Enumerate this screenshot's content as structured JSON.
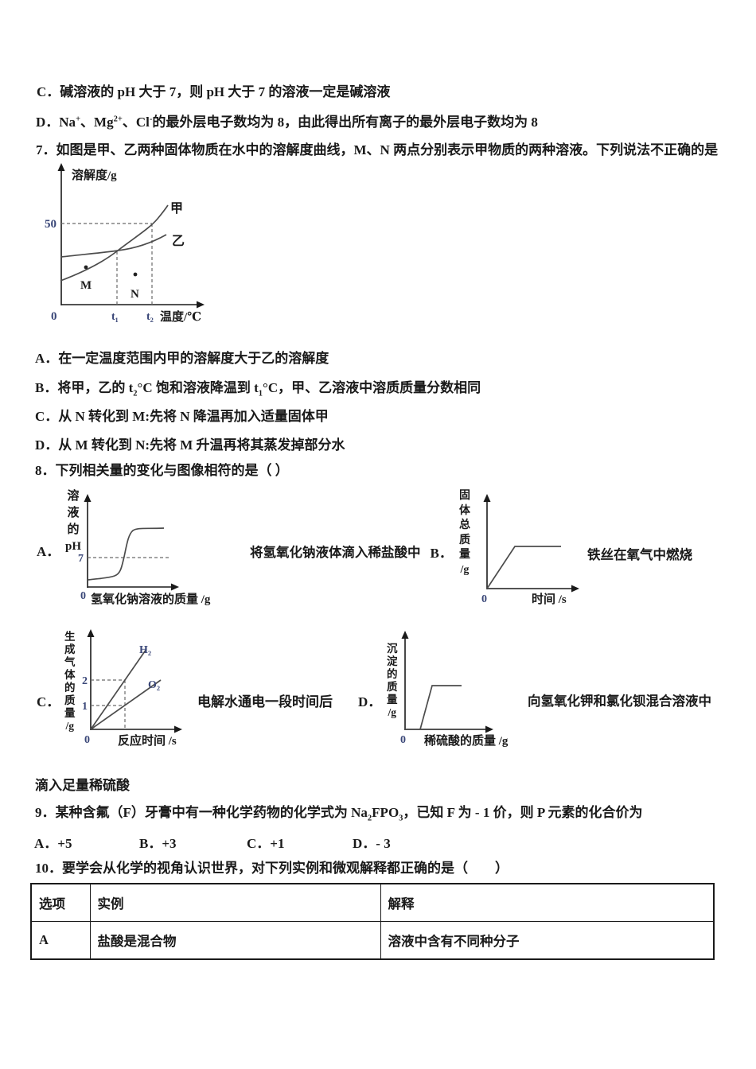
{
  "colors": {
    "text": "#1a1a1a",
    "chart_digit_blue": "#3a4778",
    "curve_gray": "#4c4c4c",
    "dash_gray": "#6b6b6b",
    "table_border": "#1a1a1a",
    "background": "#ffffff"
  },
  "intro_options": {
    "c_label": "C．",
    "c_text": "碱溶液的 pH 大于 7，则 pH 大于 7 的溶液一定是碱溶液",
    "d_label": "D．",
    "d_seg1": "Na",
    "d_sup1": "+",
    "d_seg2": "、Mg",
    "d_sup2": "2+",
    "d_seg3": "、Cl",
    "d_sup3": "-",
    "d_seg4": "的最外层电子数均为 8，由此得出所有离子的最外层电子数均为 8"
  },
  "q7": {
    "stem": "7．如图是甲、乙两种固体物质在水中的溶解度曲线，M、N 两点分别表示甲物质的两种溶液。下列说法不正确的是",
    "opt_a_label": "A．",
    "opt_a": "在一定温度范围内甲的溶解度大于乙的溶解度",
    "opt_b_label": "B．",
    "opt_b1": "将甲，乙的 t",
    "opt_b_sub1": "2",
    "opt_b2": "°C 饱和溶液降温到 t",
    "opt_b_sub2": "1",
    "opt_b3": "°C，甲、乙溶液中溶质质量分数相同",
    "opt_c_label": "C．",
    "opt_c": "从 N 转化到 M:先将 N 降温再加入适量固体甲",
    "opt_d_label": "D．",
    "opt_d": "从 M 转化到 N:先将 M 升温再将其蒸发掉部分水"
  },
  "q8": {
    "stem": "8．下列相关量的变化与图像相符的是（  ）",
    "a_label": "A．",
    "b_label": "B．",
    "c_label": "C．",
    "d_label": "D．"
  },
  "q9": {
    "stem1": "9．某种含氟（F）牙膏中有一种化学药物的化学式为 Na",
    "sub1": "2",
    "stem2": "FPO",
    "sub2": "3",
    "stem3": "，已知 F 为 - 1 价，则 P 元素的化合价为",
    "options": [
      {
        "label": "A．",
        "text": "+5"
      },
      {
        "label": "B．",
        "text": "+3"
      },
      {
        "label": "C．",
        "text": "+1"
      },
      {
        "label": "D．",
        "text": "- 3"
      }
    ]
  },
  "q10": {
    "stem": "10．要学会从化学的视角认识世界，对下列实例和微观解释都正确的是（　　）",
    "table": {
      "headers": [
        "选项",
        "实例",
        "解释"
      ],
      "rows": [
        [
          "A",
          "盐酸是混合物",
          "溶液中含有不同种分子"
        ]
      ]
    }
  },
  "chart_data": [
    {
      "id": "q7-solubility-curves",
      "type": "line",
      "ylabel": "溶解度/g",
      "xlabel": "温度/℃",
      "x_ticks": [
        "0",
        "t₁",
        "t₂"
      ],
      "y_ticks": [
        "50"
      ],
      "series": [
        {
          "name": "甲",
          "description": "solubility rises steeply with temperature; equals 50 g at t₂"
        },
        {
          "name": "乙",
          "description": "solubility rises gently; crosses curve 甲 at t₁"
        }
      ],
      "markers": [
        {
          "name": "M",
          "position": "below both curves at temperature below t₁"
        },
        {
          "name": "N",
          "position": "between t₁ and t₂, below both curves"
        }
      ],
      "grid": false,
      "dashed_guides": [
        "y=50 out to curve 甲 at t₂",
        "vertical at t₁ up to curve crossing",
        "vertical at t₂ up to y=50"
      ]
    },
    {
      "id": "q8-option-a",
      "type": "line",
      "caption": "将氢氧化钠液体滴入稀盐酸中",
      "ylabel": "溶液的pH",
      "ylabel_lines": "溶\n液\n的\npH",
      "xlabel": "氢氧化钠溶液的质量 /g",
      "y_ref": "7",
      "origin": "0",
      "shape": "pH starts below 7, rises steeply through 7, plateaus above 7"
    },
    {
      "id": "q8-option-b",
      "type": "line",
      "caption": "铁丝在氧气中燃烧",
      "ylabel": "固体总质量/g",
      "ylabel_lines": "固\n体\n总\n质\n量\n/g",
      "xlabel": "时间 /s",
      "origin": "0",
      "shape": "solid mass rises linearly from origin then stays constant"
    },
    {
      "id": "q8-option-c",
      "type": "line",
      "caption": "电解水通电一段时间后",
      "ylabel": "生成气体的质量/g",
      "ylabel_lines": "生\n成\n气\n体\n的\n质\n量\n/g",
      "xlabel": "反应时间 /s",
      "origin": "0",
      "y_ticks": [
        "1",
        "2"
      ],
      "series": [
        {
          "name": "H₂",
          "description": "straight line from origin reaching mass 2 at the dashed guide"
        },
        {
          "name": "O₂",
          "description": "straight line from origin reaching mass 1 at the dashed guide"
        }
      ]
    },
    {
      "id": "q8-option-d",
      "type": "line",
      "caption": "向氢氧化钾和氯化钡混合溶液中",
      "caption_line2": "滴入足量稀硫酸",
      "ylabel": "沉淀的质量/g",
      "ylabel_lines": "沉\n淀\n的\n质\n量\n/g",
      "xlabel": "稀硫酸的质量 /g",
      "origin": "0",
      "shape": "precipitate stays at 0 briefly, rises steeply, then stays constant"
    }
  ]
}
